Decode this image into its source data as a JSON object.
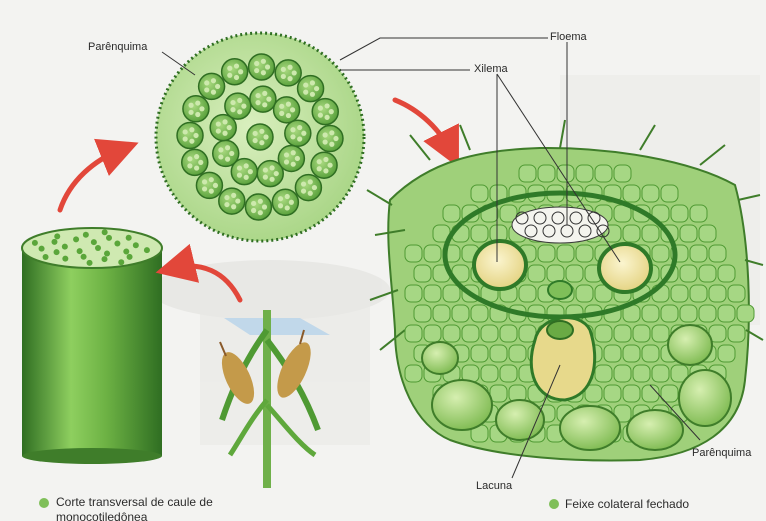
{
  "labels": {
    "parenquima_top": "Parênquima",
    "floema": "Floema",
    "xilema": "Xilema",
    "lacuna": "Lacuna",
    "parenquima_right": "Parênquima"
  },
  "captions": {
    "left_line1": "Corte transversal de caule de",
    "left_line2": "monocotiledônea",
    "right": "Feixe colateral fechado"
  },
  "colors": {
    "background": "#f3f3f1",
    "stem_green": "#5aa63a",
    "cell_green": "#8cc766",
    "xylem_yellow": "#f1e6a3",
    "arrow_red": "#e2473a",
    "caption_dot": "#7fbf59"
  }
}
